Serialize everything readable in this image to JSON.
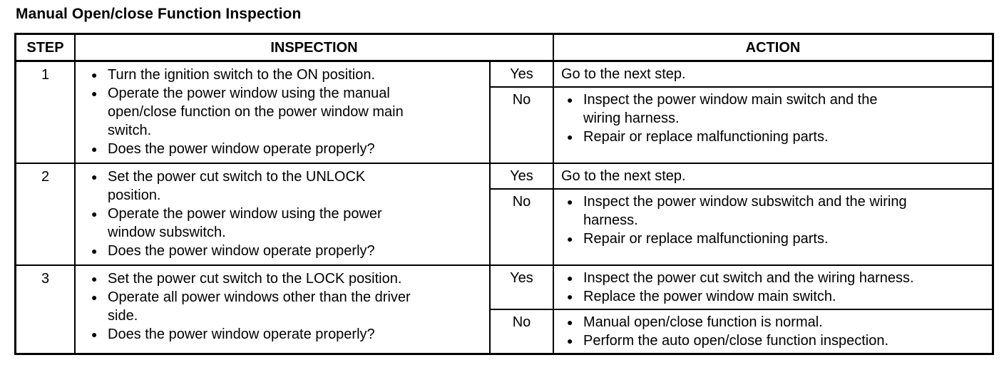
{
  "title": "Manual Open/close Function Inspection",
  "icons": {
    "bullet": "●"
  },
  "table": {
    "headers": {
      "step": "STEP",
      "inspection": "INSPECTION",
      "action": "ACTION"
    },
    "rows": [
      {
        "step": "1",
        "inspection_items": [
          "Turn the ignition switch to the ON position.",
          "Operate the power window using the manual\nopen/close function on the power window main\nswitch.",
          "Does the power window operate properly?"
        ],
        "branches": [
          {
            "answer": "Yes",
            "actions": [
              "Go to the next step."
            ]
          },
          {
            "answer": "No",
            "actions": [
              "Inspect the power window main switch and the\nwiring harness.",
              "Repair or replace malfunctioning parts."
            ]
          }
        ]
      },
      {
        "step": "2",
        "inspection_items": [
          "Set the power cut switch to the UNLOCK\nposition.",
          "Operate the power window using the power\nwindow subswitch.",
          "Does the power window operate properly?"
        ],
        "branches": [
          {
            "answer": "Yes",
            "actions": [
              "Go to the next step."
            ]
          },
          {
            "answer": "No",
            "actions": [
              "Inspect the power window subswitch and the wiring\nharness.",
              "Repair or replace malfunctioning parts."
            ]
          }
        ]
      },
      {
        "step": "3",
        "inspection_items": [
          "Set the power cut switch to the LOCK position.",
          "Operate all power windows other than the driver\nside.",
          "Does the power window operate properly?"
        ],
        "branches": [
          {
            "answer": "Yes",
            "actions": [
              "Inspect the power cut switch and the wiring harness.",
              "Replace the power window main switch."
            ]
          },
          {
            "answer": "No",
            "actions": [
              "Manual open/close function is normal.",
              "Perform the auto open/close function inspection."
            ]
          }
        ]
      }
    ]
  }
}
